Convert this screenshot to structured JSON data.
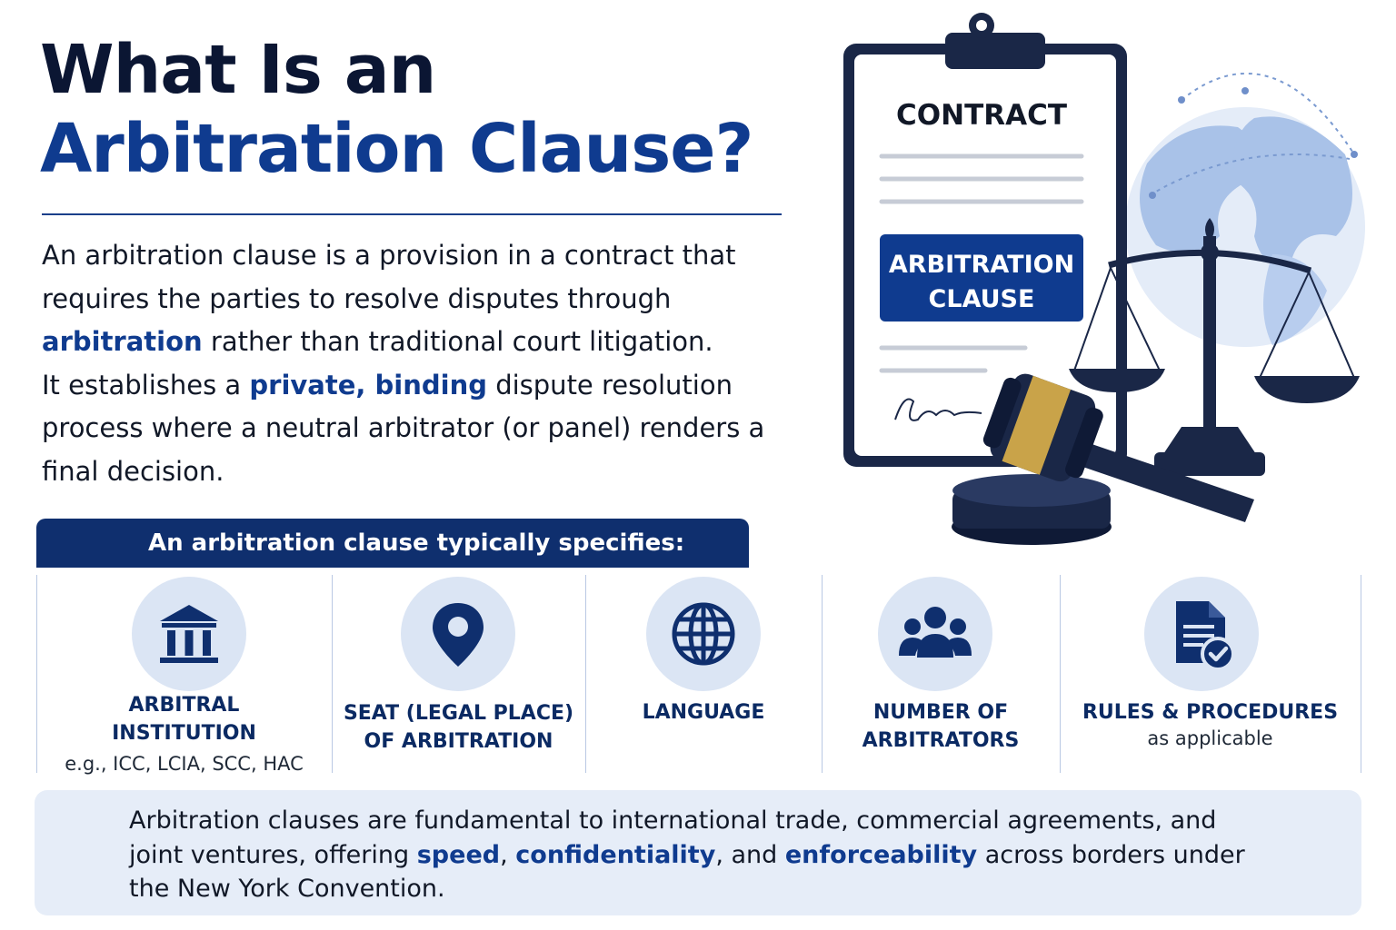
{
  "header": {
    "title_line1": "What Is an",
    "title_line2": "Arbitration Clause?"
  },
  "intro": {
    "p1_before": "An arbitration clause is a provision in a contract that requires the parties to resolve disputes through ",
    "p1_highlight": "arbitration",
    "p1_after": " rather than traditional court litigation.",
    "p2_before": "It establishes a ",
    "p2_highlight": "private, binding",
    "p2_after": " dispute resolution process where a neutral arbitrator (or panel) renders a final decision."
  },
  "illustration": {
    "contract_title": "CONTRACT",
    "clause_line1": "ARBITRATION",
    "clause_line2": "CLAUSE"
  },
  "specs": {
    "banner": "An arbitration clause typically specifies:",
    "items": [
      {
        "icon": "institution-building-icon",
        "line1": "ARBITRAL",
        "line2": "INSTITUTION",
        "sub": "e.g., ICC, LCIA, SCC, HAC"
      },
      {
        "icon": "location-pin-icon",
        "line1": "SEAT (LEGAL PLACE)",
        "line2": "OF ARBITRATION",
        "sub": ""
      },
      {
        "icon": "globe-icon",
        "line1": "LANGUAGE",
        "line2": "",
        "sub": ""
      },
      {
        "icon": "people-group-icon",
        "line1": "NUMBER OF",
        "line2": "ARBITRATORS",
        "sub": ""
      },
      {
        "icon": "document-check-icon",
        "line1": "RULES & PROCEDURES",
        "line2": "",
        "sub": "as applicable"
      }
    ]
  },
  "footer": {
    "before": "Arbitration clauses are fundamental to international trade, commercial agreements, and joint ventures, offering ",
    "hl1": "speed",
    "sep1": ", ",
    "hl2": "confidentiality",
    "sep2": ", and ",
    "hl3": "enforceability",
    "after": " across borders under the New York Convention."
  },
  "colors": {
    "navy": "#0f2f6e",
    "accent_blue": "#0f3b8f",
    "icon_bg": "#dbe5f4",
    "footer_bg": "#e6edf8",
    "gavel_band": "#c9a349"
  }
}
